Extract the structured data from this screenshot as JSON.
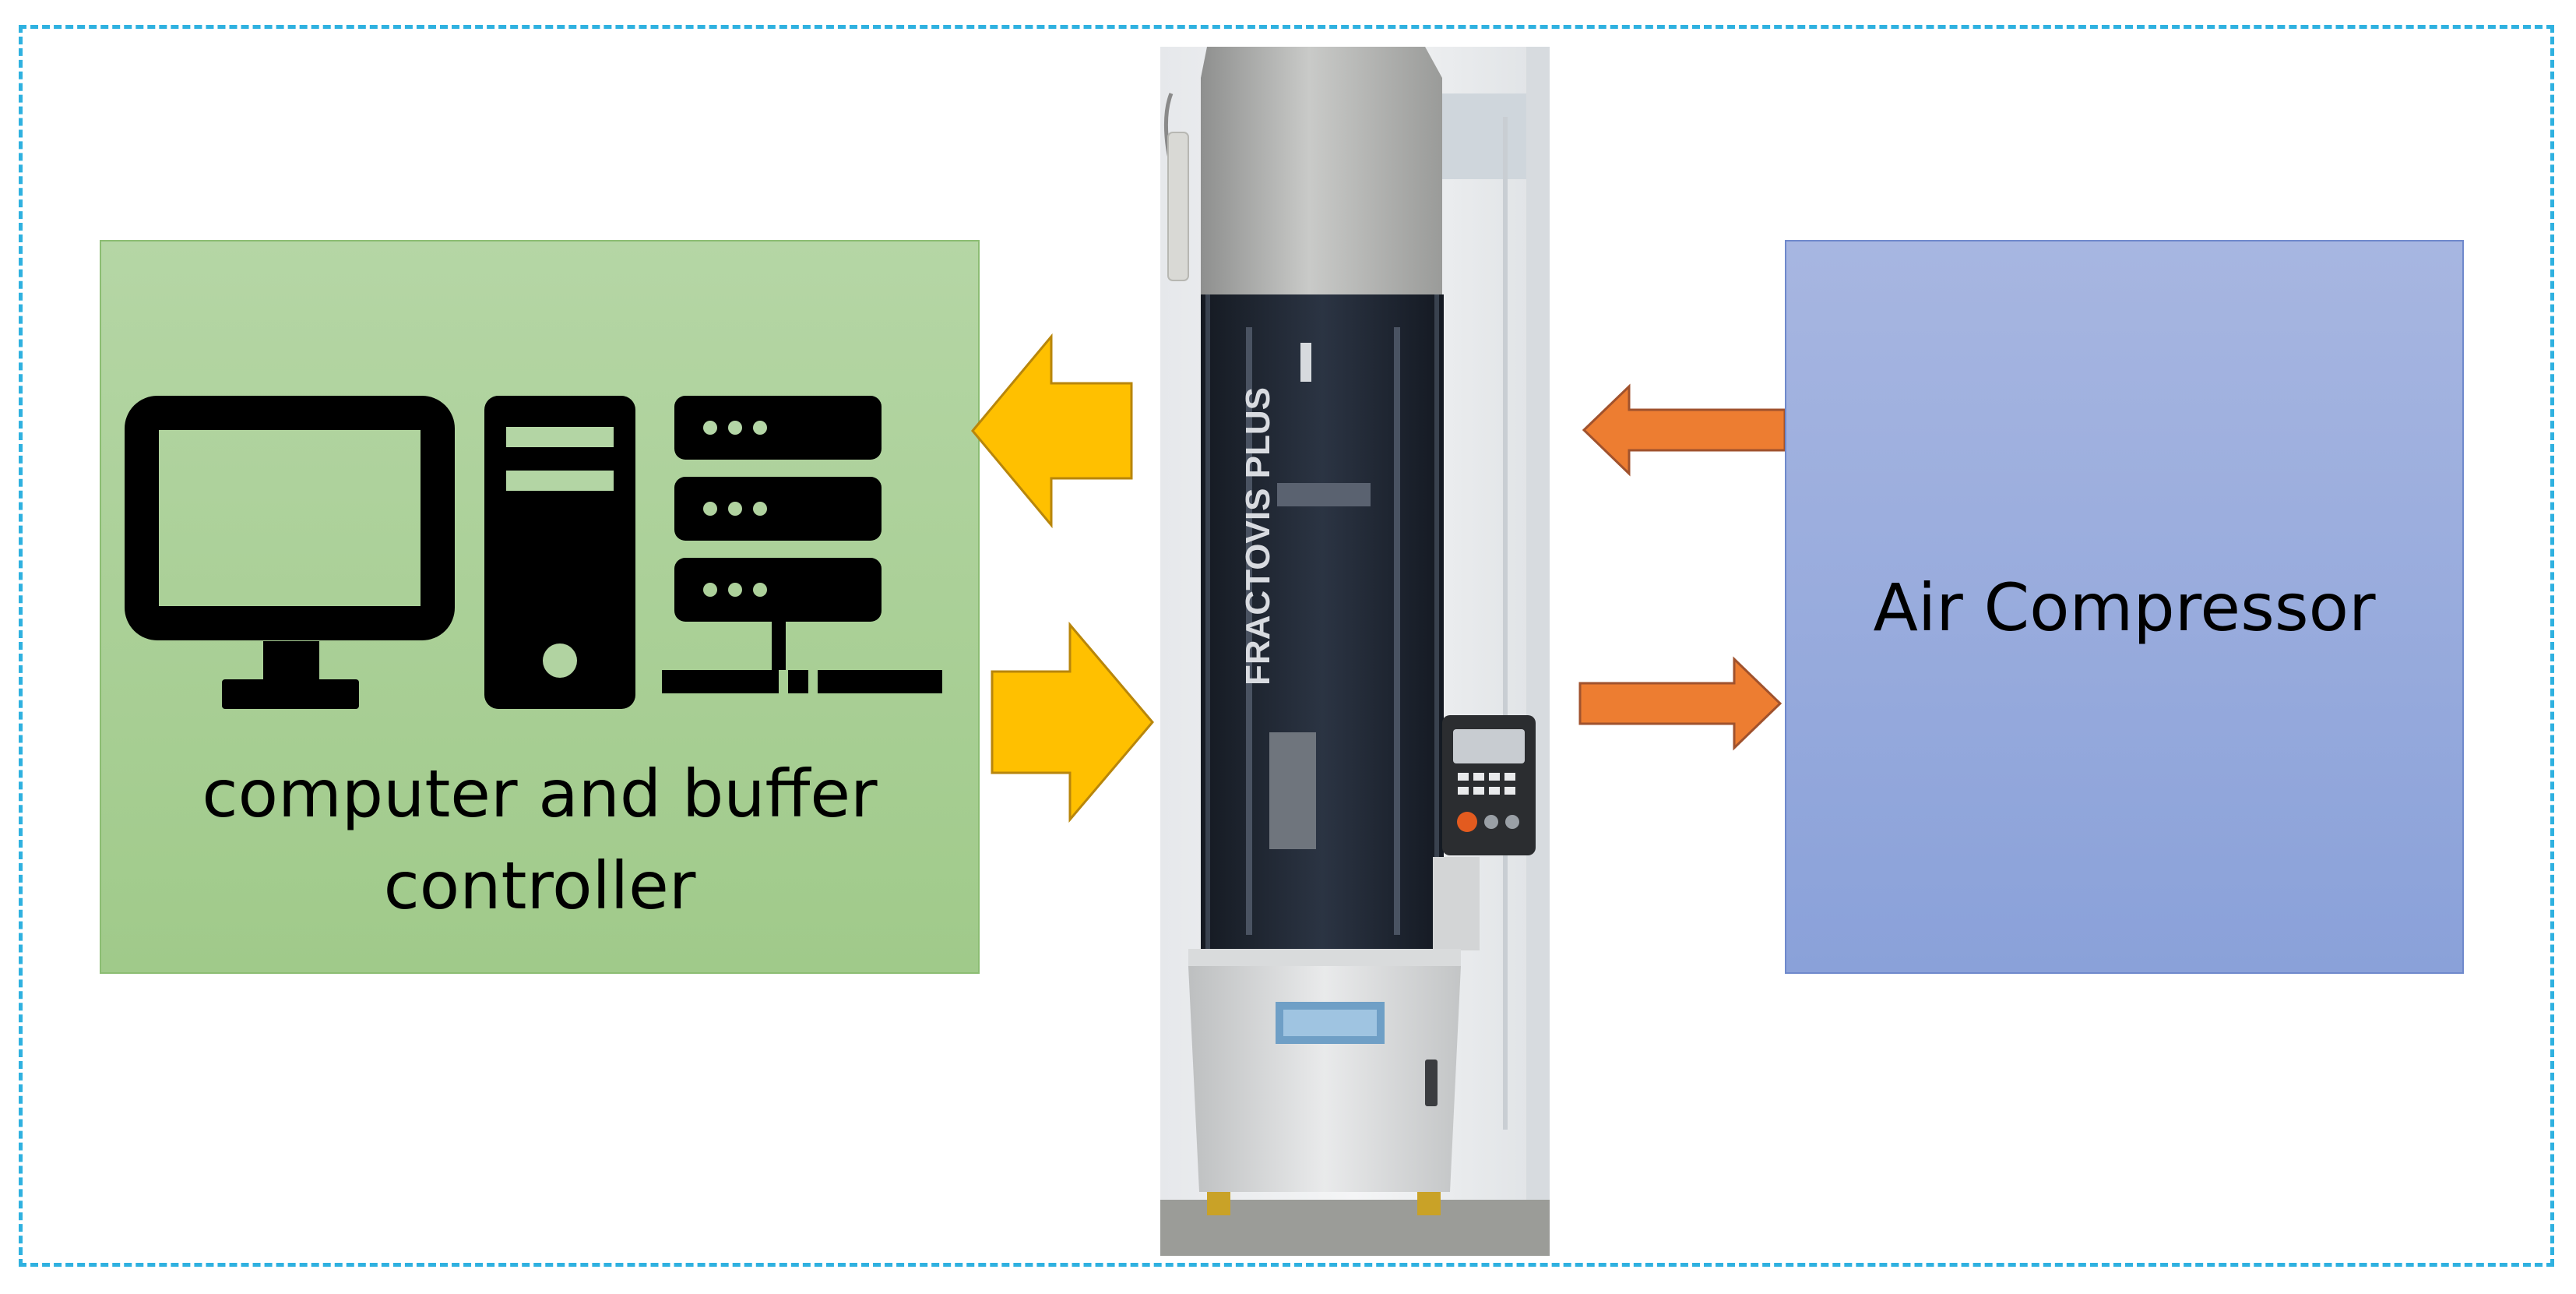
{
  "diagram": {
    "computer_label_lines": [
      "computer and buffer",
      "controller"
    ],
    "compressor_label": "Air Compressor",
    "machine_brand": "FRACTOVIS PLUS",
    "colors": {
      "frame": "#2fb1e0",
      "computer_box": "#a9d18e",
      "compressor_box": "#8faadc",
      "data_arrow": "#ffc000",
      "air_arrow": "#ed7d31"
    },
    "icons": [
      "monitor-icon",
      "tower-pc-icon",
      "server-stack-icon"
    ]
  }
}
